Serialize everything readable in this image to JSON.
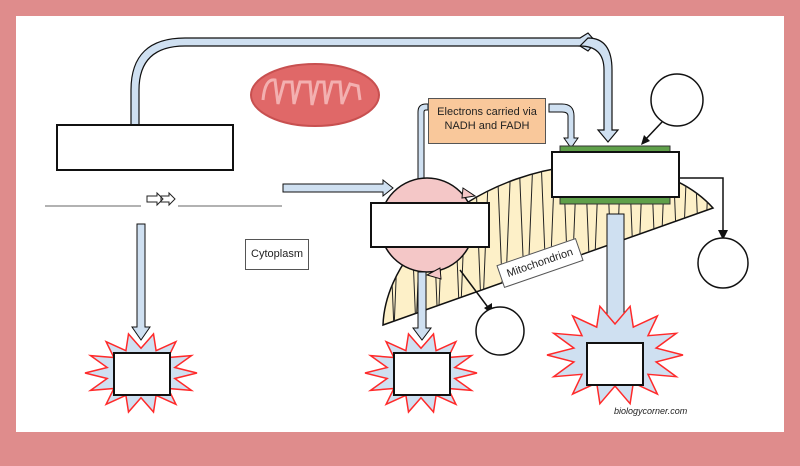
{
  "labels": {
    "electrons": "Electrons carried via NADH and FADH",
    "cytoplasm": "Cytoplasm",
    "mitochondrion": "Mitochondrion",
    "credit": "biologycorner.com"
  },
  "colors": {
    "frame": "#df8c8c",
    "arrow_fill": "#cfe0f1",
    "matrix": "#fdf0c8",
    "krebs_cycle": "#f4c7c7",
    "electron_box": "#f9c89b",
    "membrane_bar": "#5fa04a",
    "burst_outline": "#ff2a2a"
  }
}
